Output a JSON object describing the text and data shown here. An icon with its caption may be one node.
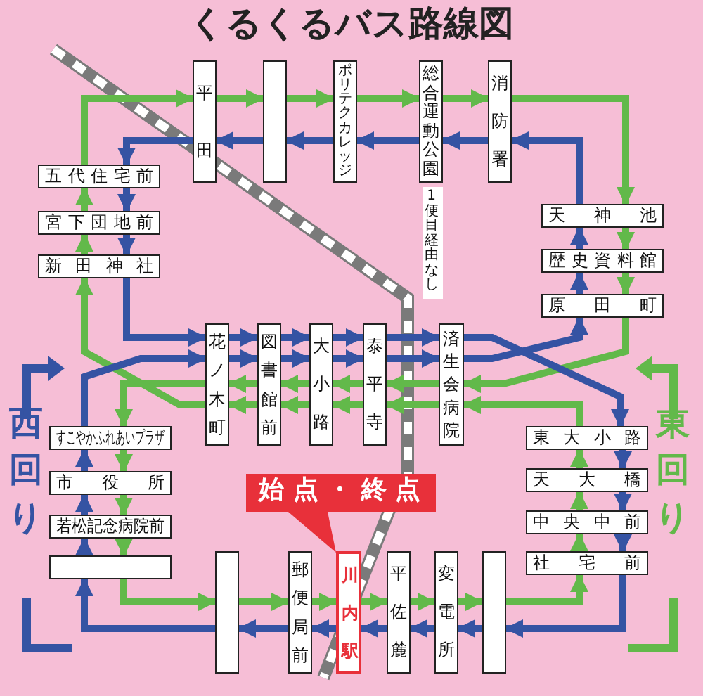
{
  "diagram": {
    "title": "くるくるバス路線図",
    "nodes": [
      {
        "text": [
          "平田"
        ]
      },
      {
        "text": [],
        "shape": "box"
      },
      {
        "text": [
          "ポリテクカレッジ"
        ]
      },
      {
        "text": [
          "総合運動公園"
        ],
        "beside": [
          "1便目経由なし"
        ]
      },
      {
        "text": [
          "消防署"
        ]
      },
      {
        "text": [
          "五代住宅前"
        ]
      },
      {
        "text": [
          "宮下団地前"
        ]
      },
      {
        "text": [
          "新田神社"
        ]
      },
      {
        "text": [
          "天神池"
        ]
      },
      {
        "text": [
          "歴史資料館"
        ]
      },
      {
        "text": [
          "原田町"
        ]
      },
      {
        "text": [
          "花ノ木町"
        ]
      },
      {
        "text": [
          "図書館前"
        ]
      },
      {
        "text": [
          "大小路"
        ]
      },
      {
        "text": [
          "泰平寺"
        ]
      },
      {
        "text": [
          "済生会病院"
        ]
      },
      {
        "text": [
          "すこやかふれあいプラザ"
        ]
      },
      {
        "text": [
          "市役所"
        ]
      },
      {
        "text": [
          "若松記念病院前"
        ]
      },
      {
        "text": [],
        "shape": "box"
      },
      {
        "text": [
          "東大小路"
        ]
      },
      {
        "text": [
          "天大橋"
        ]
      },
      {
        "text": [
          "中央中前"
        ]
      },
      {
        "text": [
          "社宅前"
        ]
      },
      {
        "text": [],
        "shape": "box"
      },
      {
        "text": [
          "郵便局前"
        ]
      },
      {
        "text": [
          "川内駅"
        ]
      },
      {
        "text": [
          "平佐麓"
        ]
      },
      {
        "text": [
          "変電所"
        ]
      },
      {
        "text": [],
        "shape": "box"
      },
      {
        "text": [
          "始点・終点"
        ]
      }
    ],
    "edges": [
      {
        "from": 5,
        "to": 0,
        "arrow": "to",
        "color": "#62b94a"
      },
      {
        "from": 0,
        "to": 1,
        "arrow": "to",
        "color": "#62b94a"
      },
      {
        "from": 1,
        "to": 2,
        "arrow": "to",
        "color": "#62b94a"
      },
      {
        "from": 2,
        "to": 3,
        "arrow": "to",
        "color": "#62b94a"
      },
      {
        "from": 3,
        "to": 4,
        "arrow": "to",
        "color": "#62b94a"
      },
      {
        "from": 4,
        "to": 8,
        "arrow": "to",
        "color": "#62b94a"
      },
      {
        "from": 8,
        "to": 9,
        "arrow": "to",
        "color": "#62b94a"
      },
      {
        "from": 9,
        "to": 10,
        "arrow": "to",
        "color": "#62b94a"
      },
      {
        "from": 10,
        "to": 15,
        "arrow": "to",
        "color": "#62b94a"
      },
      {
        "from": 20,
        "to": 15,
        "arrow": "to",
        "color": "#62b94a"
      },
      {
        "from": 15,
        "to": 14,
        "arrow": "to",
        "color": "#62b94a"
      },
      {
        "from": 15,
        "to": 14,
        "arrow": "to",
        "color": "#62b94a"
      },
      {
        "from": 14,
        "to": 13,
        "arrow": "to",
        "color": "#62b94a"
      },
      {
        "from": 14,
        "to": 13,
        "arrow": "to",
        "color": "#62b94a"
      },
      {
        "from": 13,
        "to": 12,
        "arrow": "to",
        "color": "#62b94a"
      },
      {
        "from": 13,
        "to": 12,
        "arrow": "to",
        "color": "#62b94a"
      },
      {
        "from": 12,
        "to": 11,
        "arrow": "to",
        "color": "#62b94a"
      },
      {
        "from": 12,
        "to": 11,
        "arrow": "to",
        "color": "#62b94a"
      },
      {
        "from": 11,
        "to": 16,
        "arrow": "to",
        "color": "#62b94a"
      },
      {
        "from": 11,
        "to": 7,
        "arrow": "to",
        "color": "#62b94a"
      },
      {
        "from": 7,
        "to": 6,
        "arrow": "to",
        "color": "#62b94a"
      },
      {
        "from": 6,
        "to": 5,
        "arrow": "to",
        "color": "#62b94a"
      },
      {
        "from": 16,
        "to": 17,
        "arrow": "to",
        "color": "#62b94a"
      },
      {
        "from": 17,
        "to": 18,
        "arrow": "to",
        "color": "#62b94a"
      },
      {
        "from": 18,
        "to": 19,
        "arrow": "to",
        "color": "#62b94a"
      },
      {
        "from": 19,
        "to": 24,
        "arrow": "to",
        "color": "#62b94a"
      },
      {
        "from": 24,
        "to": 25,
        "arrow": "to",
        "color": "#62b94a"
      },
      {
        "from": 25,
        "to": 26,
        "arrow": "to",
        "color": "#62b94a"
      },
      {
        "from": 26,
        "to": 27,
        "arrow": "to",
        "color": "#62b94a"
      },
      {
        "from": 27,
        "to": 28,
        "arrow": "to",
        "color": "#62b94a"
      },
      {
        "from": 28,
        "to": 29,
        "arrow": "to",
        "color": "#62b94a"
      },
      {
        "from": 29,
        "to": 23,
        "arrow": "to",
        "color": "#62b94a"
      },
      {
        "from": 23,
        "to": 22,
        "arrow": "to",
        "color": "#62b94a"
      },
      {
        "from": 22,
        "to": 21,
        "arrow": "to",
        "color": "#62b94a"
      },
      {
        "from": 21,
        "to": 20,
        "arrow": "to",
        "color": "#62b94a"
      },
      {
        "from": 8,
        "to": 4,
        "arrow": "to",
        "color": "#3553a3"
      },
      {
        "from": 4,
        "to": 3,
        "arrow": "to",
        "color": "#3553a3"
      },
      {
        "from": 3,
        "to": 2,
        "arrow": "to",
        "color": "#3553a3"
      },
      {
        "from": 2,
        "to": 1,
        "arrow": "to",
        "color": "#3553a3"
      },
      {
        "from": 1,
        "to": 0,
        "arrow": "to",
        "color": "#3553a3"
      },
      {
        "from": 0,
        "to": 5,
        "arrow": "to",
        "color": "#3553a3"
      },
      {
        "from": 5,
        "to": 6,
        "arrow": "to",
        "color": "#3553a3"
      },
      {
        "from": 6,
        "to": 7,
        "arrow": "to",
        "color": "#3553a3"
      },
      {
        "from": 7,
        "to": 11,
        "arrow": "to",
        "color": "#3553a3"
      },
      {
        "from": 16,
        "to": 11,
        "arrow": "to",
        "color": "#3553a3"
      },
      {
        "from": 11,
        "to": 12,
        "arrow": "to",
        "color": "#3553a3"
      },
      {
        "from": 11,
        "to": 12,
        "arrow": "to",
        "color": "#3553a3"
      },
      {
        "from": 12,
        "to": 13,
        "arrow": "to",
        "color": "#3553a3"
      },
      {
        "from": 12,
        "to": 13,
        "arrow": "to",
        "color": "#3553a3"
      },
      {
        "from": 13,
        "to": 14,
        "arrow": "to",
        "color": "#3553a3"
      },
      {
        "from": 13,
        "to": 14,
        "arrow": "to",
        "color": "#3553a3"
      },
      {
        "from": 14,
        "to": 15,
        "arrow": "to",
        "color": "#3553a3"
      },
      {
        "from": 14,
        "to": 15,
        "arrow": "to",
        "color": "#3553a3"
      },
      {
        "from": 15,
        "to": 20,
        "arrow": "to",
        "color": "#3553a3"
      },
      {
        "from": 15,
        "to": 10,
        "arrow": "to",
        "color": "#3553a3"
      },
      {
        "from": 10,
        "to": 9,
        "arrow": "to",
        "color": "#3553a3"
      },
      {
        "from": 9,
        "to": 8,
        "arrow": "to",
        "color": "#3553a3"
      },
      {
        "from": 20,
        "to": 21,
        "arrow": "to",
        "color": "#3553a3"
      },
      {
        "from": 21,
        "to": 22,
        "arrow": "to",
        "color": "#3553a3"
      },
      {
        "from": 22,
        "to": 23,
        "arrow": "to",
        "color": "#3553a3"
      },
      {
        "from": 23,
        "to": 29,
        "arrow": "to",
        "color": "#3553a3"
      },
      {
        "from": 29,
        "to": 28,
        "arrow": "to",
        "color": "#3553a3"
      },
      {
        "from": 28,
        "to": 27,
        "arrow": "to",
        "color": "#3553a3"
      },
      {
        "from": 27,
        "to": 26,
        "arrow": "to",
        "color": "#3553a3"
      },
      {
        "from": 26,
        "to": 25,
        "arrow": "to",
        "color": "#3553a3"
      },
      {
        "from": 25,
        "to": 24,
        "arrow": "to",
        "color": "#3553a3"
      },
      {
        "from": 24,
        "to": 19,
        "arrow": "to",
        "color": "#3553a3"
      },
      {
        "from": 19,
        "to": 18,
        "arrow": "to",
        "color": "#3553a3"
      },
      {
        "from": 18,
        "to": 17,
        "arrow": "to",
        "color": "#3553a3"
      },
      {
        "from": 17,
        "to": 16,
        "arrow": "to",
        "color": "#3553a3"
      }
    ],
    "labels": [
      "西回り",
      "東回り"
    ]
  }
}
